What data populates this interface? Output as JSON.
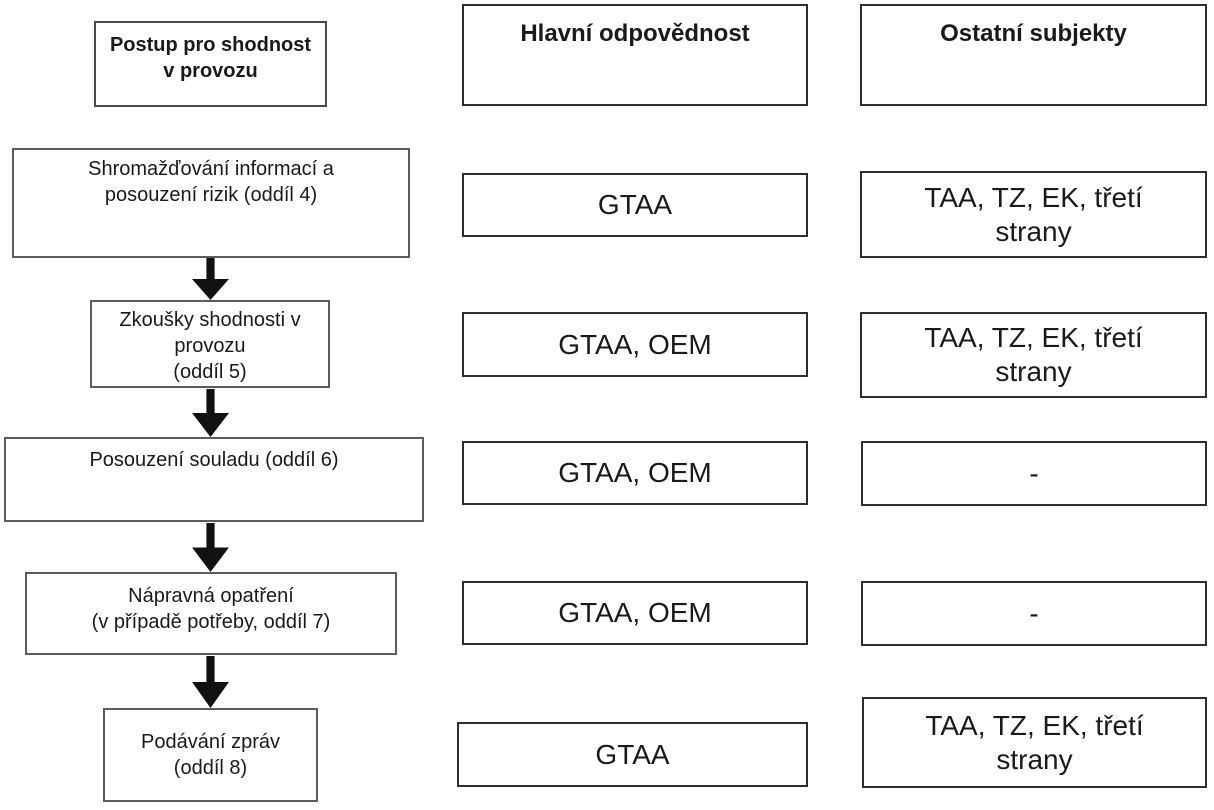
{
  "diagram": {
    "headers": {
      "process": "Postup pro shodnost\nv provozu",
      "responsibility": "Hlavní odpovědnost",
      "others": "Ostatní subjekty"
    },
    "rows": [
      {
        "process": "Shromažďování informací a\nposouzení rizik (oddíl 4)",
        "responsibility": "GTAA",
        "others": "TAA, TZ, EK, třetí\nstrany"
      },
      {
        "process": "Zkoušky shodnosti v\nprovozu\n(oddíl 5)",
        "responsibility": "GTAA, OEM",
        "others": "TAA, TZ, EK, třetí\nstrany"
      },
      {
        "process": "Posouzení souladu (oddíl 6)",
        "responsibility": "GTAA, OEM",
        "others": "-"
      },
      {
        "process": "Nápravná opatření\n(v případě potřeby, oddíl 7)",
        "responsibility": "GTAA, OEM",
        "others": "-"
      },
      {
        "process": "Podávání zpráv\n(oddíl 8)",
        "responsibility": "GTAA",
        "others": "TAA, TZ, EK, třetí\nstrany"
      }
    ],
    "colors": {
      "background": "#ffffff",
      "text": "#1a1a1a",
      "box_border": "#3f3f3f",
      "arrow": "#111111"
    }
  }
}
